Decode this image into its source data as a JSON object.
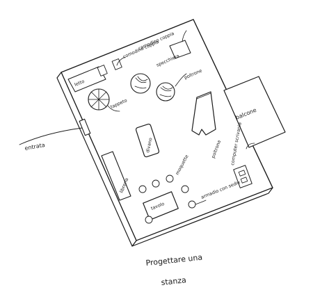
{
  "labels": {
    "letto": "letto",
    "comodino_coppia": "comodino coppia",
    "comodino_coppia_2": "comodino coppia",
    "specchiera": "specchiera",
    "tappeto": "tappeto",
    "poltrone": "poltrone",
    "divano": "divano",
    "moquette": "moquette",
    "poltrona": "poltrona",
    "balcone": "balcone",
    "computer_scrivania": "computer scrivania",
    "entrata": "entrata",
    "libreria": "libreria",
    "tavolo": "tavolo",
    "armadio_con_sedie": "armadio con sedie"
  },
  "caption": {
    "line1": "Progettare una",
    "line2": "stanza"
  },
  "colors": {
    "ink": "#1a1a1a",
    "paper": "#ffffff"
  }
}
